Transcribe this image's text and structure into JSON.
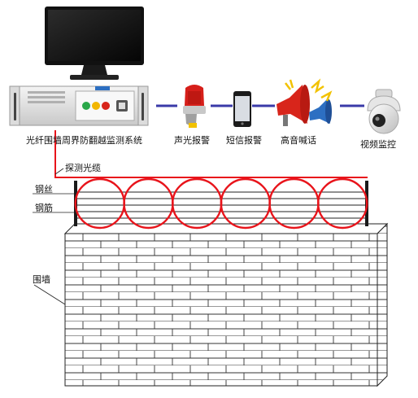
{
  "system": {
    "controller_label": "光纤围墙周界防翻越监测系统",
    "cable_label": "探测光缆"
  },
  "alarms": [
    {
      "label": "声光报警",
      "icon": "strobe-siren-icon"
    },
    {
      "label": "短信报警",
      "icon": "smartphone-icon"
    },
    {
      "label": "高音喊话",
      "icon": "loudspeaker-icon"
    },
    {
      "label": "视频监控",
      "icon": "dome-camera-icon"
    }
  ],
  "fence": {
    "wire_label": "钢丝",
    "rebar_label": "钢筋",
    "wall_label": "围墙"
  },
  "colors": {
    "sensing_cable": "#e8141b",
    "link_line": "#3a3aa8",
    "wall_stroke": "#222222"
  }
}
